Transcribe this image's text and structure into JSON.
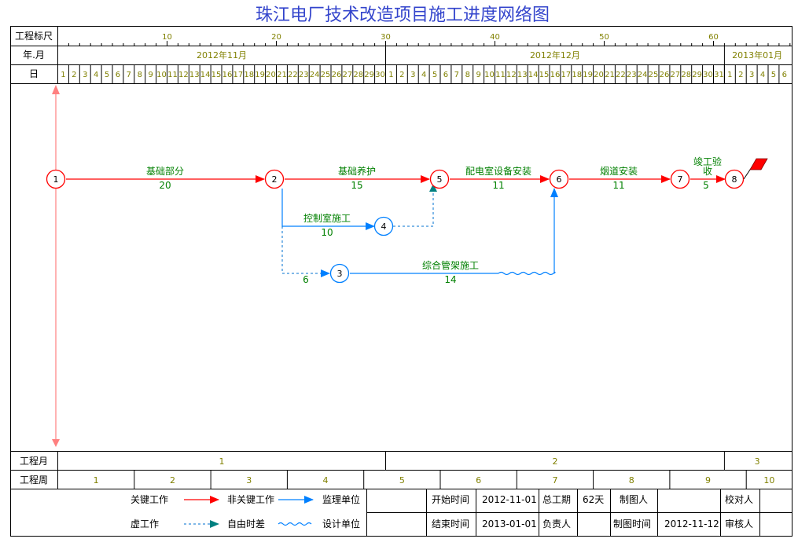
{
  "title": "珠江电厂技术改造项目施工进度网络图",
  "header": {
    "scale_label": "工程标尺",
    "scale_ticks": [
      "10",
      "20",
      "30",
      "40",
      "50",
      "60"
    ],
    "month_label": "年.月",
    "months": [
      "2012年11月",
      "2012年12月",
      "2013年01月"
    ],
    "day_label": "日",
    "days": [
      "1",
      "2",
      "3",
      "4",
      "5",
      "6",
      "7",
      "8",
      "9",
      "10",
      "11",
      "12",
      "13",
      "14",
      "15",
      "16",
      "17",
      "18",
      "19",
      "20",
      "21",
      "22",
      "23",
      "24",
      "25",
      "26",
      "27",
      "28",
      "29",
      "30",
      "1",
      "2",
      "3",
      "4",
      "5",
      "6",
      "7",
      "8",
      "9",
      "10",
      "11",
      "12",
      "13",
      "14",
      "15",
      "16",
      "17",
      "18",
      "19",
      "20",
      "21",
      "22",
      "23",
      "24",
      "25",
      "26",
      "27",
      "28",
      "29",
      "30",
      "31",
      "1",
      "2",
      "3",
      "4",
      "5",
      "6"
    ]
  },
  "nodes": [
    "1",
    "2",
    "3",
    "4",
    "5",
    "6",
    "7",
    "8"
  ],
  "activities": [
    {
      "name": "基础部分",
      "duration": "20"
    },
    {
      "name": "基础养护",
      "duration": "15"
    },
    {
      "name": "配电室设备安装",
      "duration": "11"
    },
    {
      "name": "烟道安装",
      "duration": "11"
    },
    {
      "name": "竣工验收",
      "line1": "竣工验",
      "line2": "收",
      "duration": "5"
    },
    {
      "name": "控制室施工",
      "duration": "10"
    },
    {
      "name": "综合管架施工",
      "duration": "14"
    },
    {
      "name": "",
      "duration": "6"
    }
  ],
  "footer": {
    "project_month_label": "工程月",
    "project_months": [
      "1",
      "2",
      "3"
    ],
    "project_week_label": "工程周",
    "project_weeks": [
      "1",
      "2",
      "3",
      "4",
      "5",
      "6",
      "7",
      "8",
      "9",
      "10"
    ]
  },
  "legend": {
    "critical": "关键工作",
    "noncritical": "非关键工作",
    "virtual": "虚工作",
    "free_float": "自由时差"
  },
  "info": {
    "supervisor_label": "监理单位",
    "supervisor_value": "",
    "designer_label": "设计单位",
    "designer_value": "",
    "start_label": "开始时间",
    "start_value": "2012-11-01",
    "end_label": "结束时间",
    "end_value": "2013-01-01",
    "duration_label": "总工期",
    "duration_value": "62天",
    "owner_label": "负责人",
    "owner_value": "",
    "drafter_label": "制图人",
    "drafter_value": "",
    "draft_time_label": "制图时间",
    "draft_time_value": "2012-11-12",
    "checker_label": "校对人",
    "checker_value": "",
    "reviewer_label": "审核人",
    "reviewer_value": ""
  },
  "colors": {
    "critical": "#ff0000",
    "noncritical": "#0080ff",
    "virtual": "#0070d0",
    "free_float_arrow": "#008080",
    "label_text": "#008000",
    "title": "#3344cc",
    "header_text": "#808000",
    "axis": "#ff8080"
  }
}
